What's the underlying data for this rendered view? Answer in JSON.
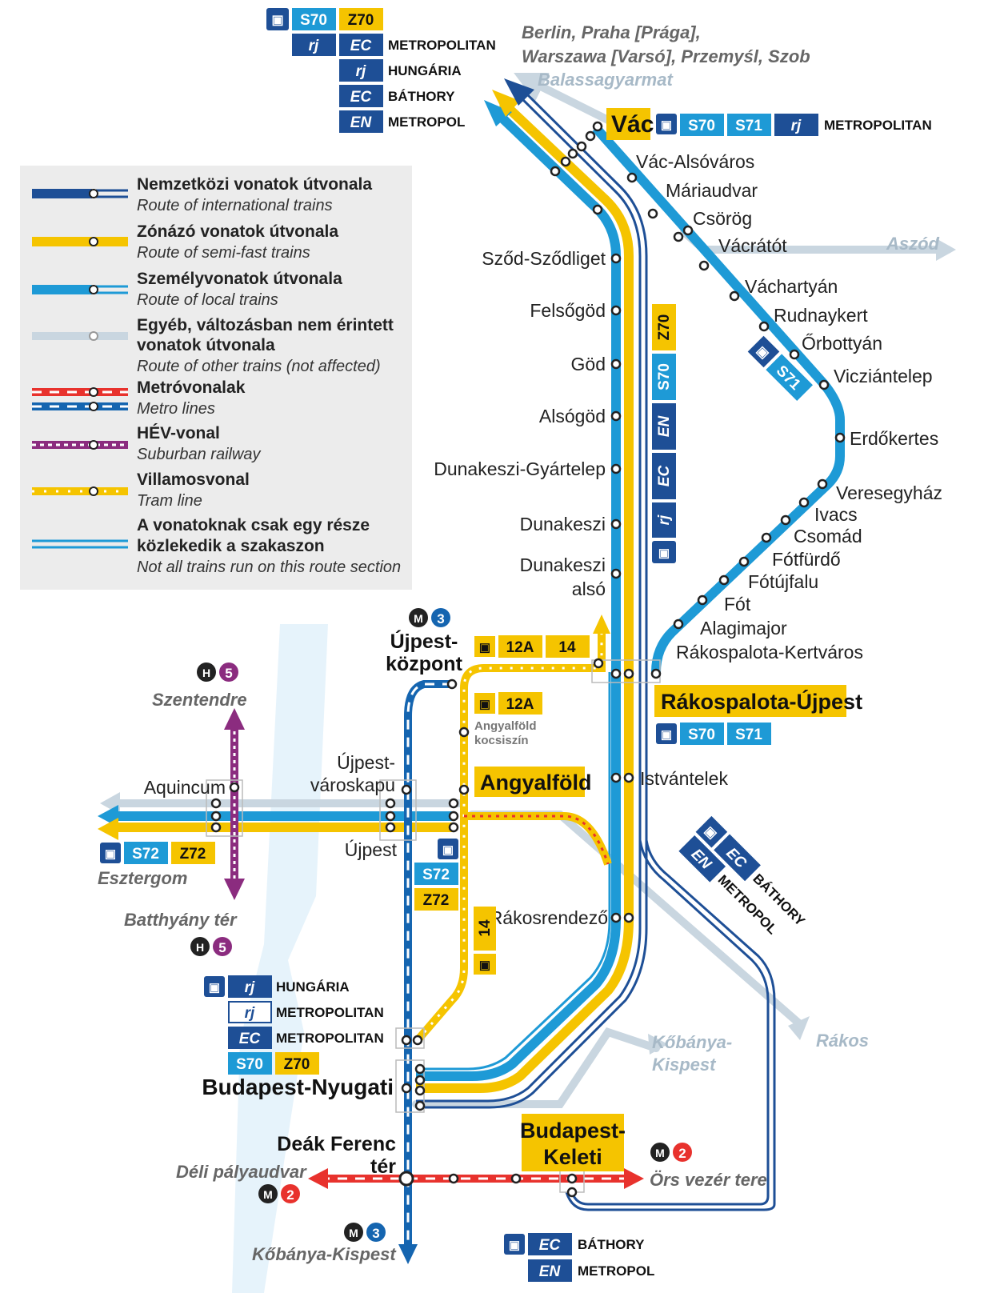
{
  "colors": {
    "international": "#1e4f96",
    "semi_fast": "#f5c400",
    "local": "#1e9ad6",
    "other": "#c9d6e0",
    "metro_red": "#e8322d",
    "metro_blue": "#1565b0",
    "hev": "#8b2c7f",
    "tram": "#f5c400",
    "station_highlight": "#f5c400",
    "text_grey": "#666666",
    "legend_bg": "#ececec"
  },
  "legend": [
    {
      "title": "Nemzetközi vonatok útvonala",
      "subtitle": "Route of international trains"
    },
    {
      "title": "Zónázó vonatok útvonala",
      "subtitle": "Route of semi-fast trains"
    },
    {
      "title": "Személyvonatok útvonala",
      "subtitle": "Route of local trains"
    },
    {
      "title": "Egyéb, változásban nem érintett",
      "title2": "vonatok útvonala",
      "subtitle": "Route of other trains (not affected)"
    },
    {
      "title": "Metróvonalak",
      "subtitle": "Metro lines"
    },
    {
      "title": "HÉV-vonal",
      "subtitle": "Suburban railway"
    },
    {
      "title": "Villamosvonal",
      "subtitle": "Tram line"
    },
    {
      "title": "A vonatoknak csak egy része",
      "title2": "közlekedik a szakaszon",
      "subtitle": "Not all trains run on this route section"
    }
  ],
  "service_codes": {
    "s70": "S70",
    "s71": "S71",
    "s72": "S72",
    "z70": "Z70",
    "z72": "Z72",
    "rj": "rj",
    "ec": "EC",
    "en": "EN",
    "tram_12a": "12A",
    "tram_14": "14",
    "metro_m": "M",
    "metro_2": "2",
    "metro_3": "3",
    "hev_h": "H",
    "hev_5": "5"
  },
  "train_names": {
    "metropolitan": "METROPOLITAN",
    "hungaria": "HUNGÁRIA",
    "bathory": "BÁTHORY",
    "metropol": "METROPOL"
  },
  "directions": {
    "north_international": [
      "Berlin, Praha [Prága],",
      "Warszawa [Varsó], Przemyśl, Szob"
    ],
    "balassagyarmat": "Balassagyarmat",
    "aszod": "Aszód",
    "szentendre": "Szentendre",
    "esztergom": "Esztergom",
    "batthyany": "Batthyány tér",
    "kobanya_kispest_rail": [
      "Kőbánya-",
      "Kispest"
    ],
    "rakos": "Rákos",
    "deli": "Déli pályaudvar",
    "ors": "Örs vezér tere",
    "kobanya_kispest_metro": "Kőbánya-Kispest"
  },
  "stations": {
    "vac": "Vác",
    "vac_also": "Vác-Alsóváros",
    "mariaudvar": "Máriaudvar",
    "csorog": "Csörög",
    "vacratot": "Vácrátót",
    "vachartyan": "Váchartyán",
    "rudnaykert": "Rudnaykert",
    "orbottyan": "Őrbottyán",
    "vicziantelep": "Vicziántelep",
    "erdokertes": "Erdőkertes",
    "veresegyhaz": "Veresegyház",
    "ivacs": "Ivacs",
    "csomad": "Csomád",
    "fotfurdo": "Fótfürdő",
    "fotujfalu": "Fótújfalu",
    "fot": "Fót",
    "alagimajor": "Alagimajor",
    "rakospalota_kertvaros": "Rákospalota-Kertváros",
    "szod": "Sződ-Sződliget",
    "felsogod": "Felsőgöd",
    "god": "Göd",
    "alsogod": "Alsógöd",
    "dunakeszi_gyar": "Dunakeszi-Gyártelep",
    "dunakeszi": "Dunakeszi",
    "dunakeszi_also_1": "Dunakeszi",
    "dunakeszi_also_2": "alsó",
    "rakospalota_ujpest": "Rákospalota-Újpest",
    "istvantelek": "Istvántelek",
    "rakosrendezo": "Rákosrendező",
    "angyalfold": "Angyalföld",
    "angyalfold_kocsiszin_1": "Angyalföld",
    "angyalfold_kocsiszin_2": "kocsiszín",
    "ujpest": "Újpest",
    "ujpest_varoskapu_1": "Újpest-",
    "ujpest_varoskapu_2": "városkapu",
    "ujpest_kozpont_1": "Újpest-",
    "ujpest_kozpont_2": "központ",
    "aquincum": "Aquincum",
    "nyugati": "Budapest-Nyugati",
    "keleti_1": "Budapest-",
    "keleti_2": "Keleti",
    "deak_1": "Deák Ferenc",
    "deak_2": "tér"
  }
}
